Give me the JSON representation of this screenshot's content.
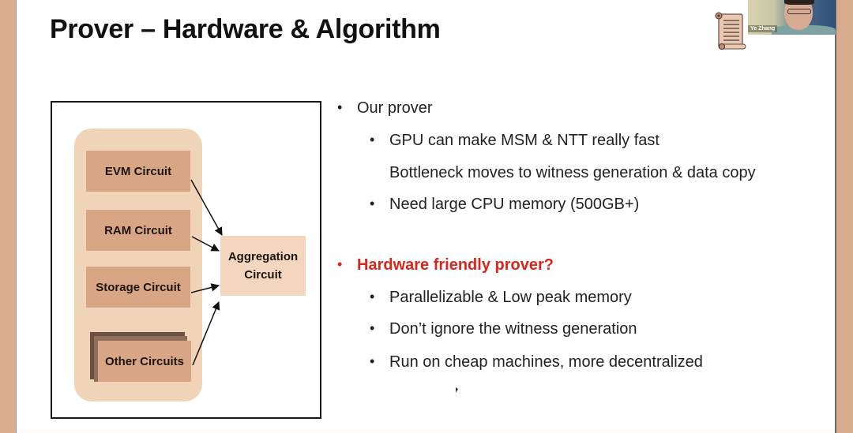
{
  "slide": {
    "title": "Prover – Hardware & Algorithm",
    "diagram": {
      "circuits": [
        {
          "label": "EVM Circuit"
        },
        {
          "label": "RAM Circuit"
        },
        {
          "label": "Storage Circuit"
        },
        {
          "label": "Other Circuits"
        }
      ],
      "aggregation": {
        "line1": "Aggregation",
        "line2": "Circuit"
      }
    },
    "bullets": [
      {
        "level": 1,
        "text": "Our prover",
        "highlight": false
      },
      {
        "level": 2,
        "text": "GPU can make MSM & NTT really fast",
        "highlight": false
      },
      {
        "level": 2,
        "text": "Bottleneck moves to witness generation & data copy",
        "highlight": false,
        "no_bullet": true
      },
      {
        "level": 2,
        "text": "Need large CPU memory (500GB+)",
        "highlight": false
      },
      {
        "level": 1,
        "text": "Hardware friendly prover?",
        "highlight": true
      },
      {
        "level": 2,
        "text": "Parallelizable & Low peak memory",
        "highlight": false
      },
      {
        "level": 2,
        "text": "Don’t ignore the witness generation",
        "highlight": false
      },
      {
        "level": 2,
        "text": "Run on cheap machines, more decentralized",
        "highlight": false
      }
    ],
    "bullet_glyph": "•",
    "colors": {
      "highlight": "#d9261c",
      "circuit_fill": "#d8a684",
      "group_fill": "#efd4b8",
      "aggregation_fill": "#f2d6bd"
    }
  },
  "video": {
    "participant_name": "Ye Zhang"
  },
  "icons": {
    "scroll": "scroll-icon"
  }
}
